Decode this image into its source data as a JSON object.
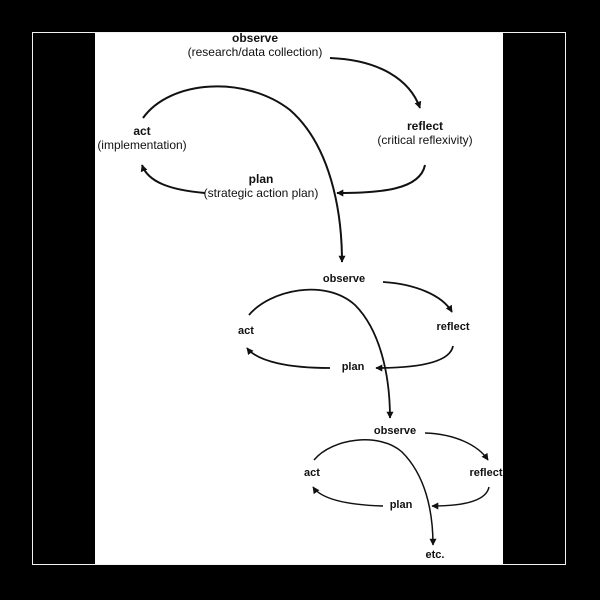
{
  "colors": {
    "background": "#000000",
    "paper": "#ffffff",
    "ink": "#111111"
  },
  "cycle1": {
    "observe": {
      "title": "observe",
      "subtitle": "(research/data collection)"
    },
    "reflect": {
      "title": "reflect",
      "subtitle": "(critical reflexivity)"
    },
    "plan": {
      "title": "plan",
      "subtitle": "(strategic action plan)"
    },
    "act": {
      "title": "act",
      "subtitle": "(implementation)"
    }
  },
  "cycle2": {
    "observe": "observe",
    "reflect": "reflect",
    "plan": "plan",
    "act": "act"
  },
  "cycle3": {
    "observe": "observe",
    "reflect": "reflect",
    "plan": "plan",
    "act": "act"
  },
  "end_label": "etc."
}
